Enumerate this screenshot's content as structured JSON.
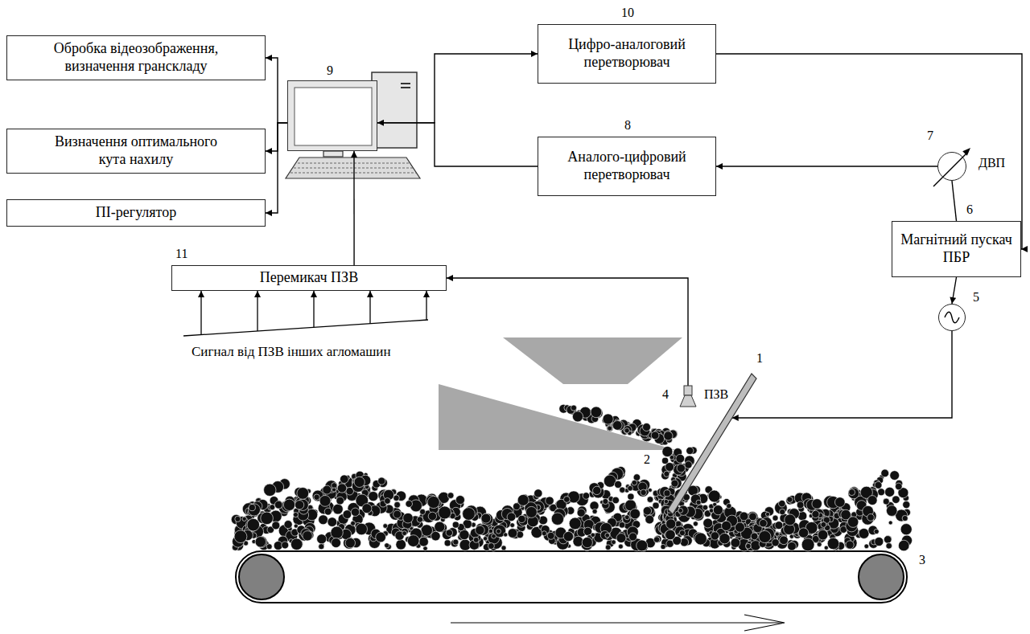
{
  "diagram": {
    "nodes": [
      {
        "text": [
          "Обробка відеозображення, визначення гранскладу"
        ]
      },
      {
        "text": [
          "Визначення оптимального кута нахилу"
        ]
      },
      {
        "text": [
          "ПІ-регулятор"
        ]
      },
      {
        "text": [
          "9"
        ]
      },
      {
        "text": [
          "10",
          "Цифро-аналоговий перетворювач"
        ]
      },
      {
        "text": [
          "8",
          "Аналого-цифровий перетворювач"
        ]
      },
      {
        "text": [
          "7",
          "ДВП"
        ]
      },
      {
        "text": [
          "6",
          "Магнітний пускач ПБР"
        ]
      },
      {
        "text": [
          "5"
        ]
      },
      {
        "text": [
          "1"
        ]
      },
      {
        "text": [
          "4",
          "ПЗВ"
        ]
      },
      {
        "text": [
          "11",
          "Перемикач ПЗВ"
        ]
      }
    ],
    "edges": [
      {
        "from": 3,
        "to": 0,
        "arrow": "to"
      },
      {
        "from": 3,
        "to": 1,
        "arrow": "to"
      },
      {
        "from": 3,
        "to": 2,
        "arrow": "to"
      },
      {
        "from": 3,
        "to": 4,
        "arrow": "to"
      },
      {
        "from": 5,
        "to": 3,
        "arrow": "to"
      },
      {
        "from": 4,
        "to": 7,
        "arrow": "to"
      },
      {
        "from": 6,
        "to": 5,
        "arrow": "to"
      },
      {
        "from": 7,
        "to": 6,
        "arrow": "none"
      },
      {
        "from": 7,
        "to": 8,
        "arrow": "to"
      },
      {
        "from": 8,
        "to": 9,
        "arrow": "to"
      },
      {
        "from": 10,
        "to": 11,
        "arrow": "to"
      },
      {
        "from": 11,
        "to": 3,
        "arrow": "to"
      }
    ],
    "labels": [
      "2",
      "3",
      "Сигнал від ПЗВ інших агломашин"
    ]
  }
}
